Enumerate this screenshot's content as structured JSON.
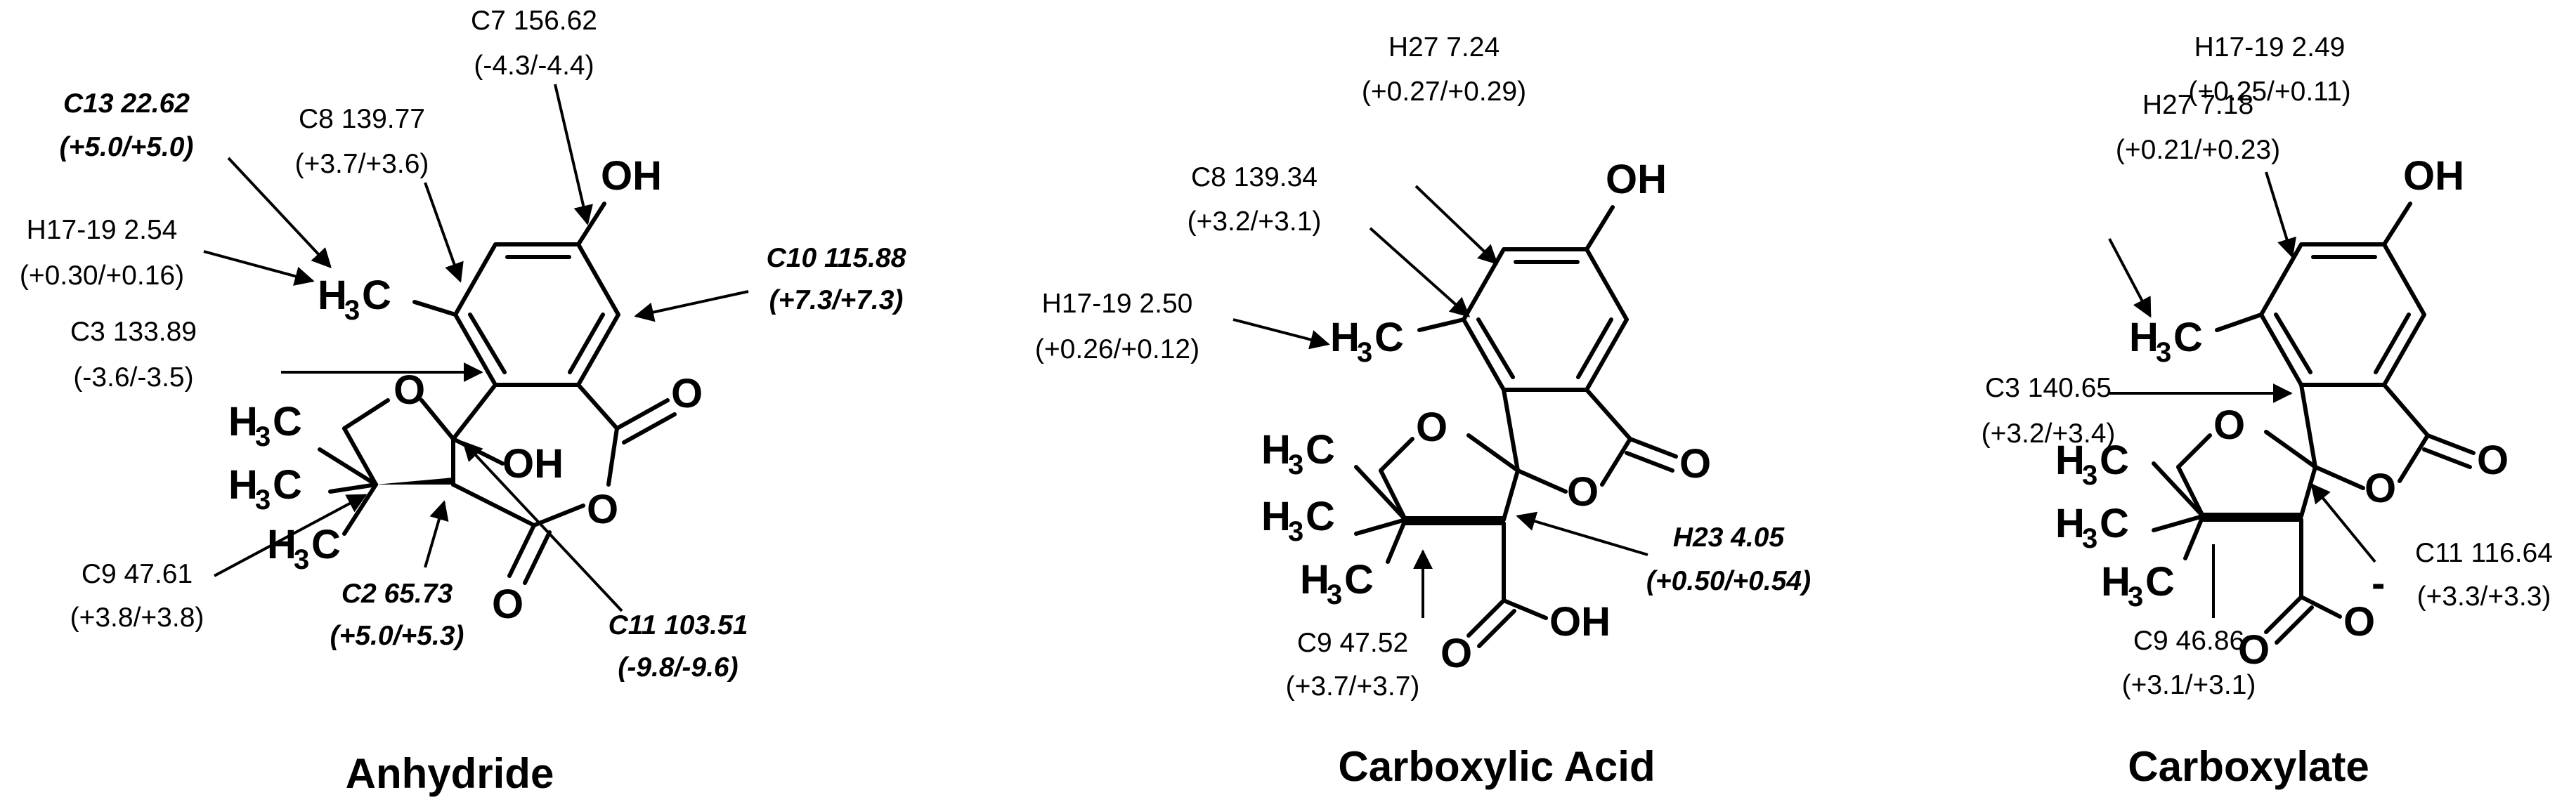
{
  "panels": [
    {
      "title": "Anhydride",
      "annotations": [
        {
          "id": "c7",
          "lines": [
            "C7 156.62",
            "(-4.3/-4.4)"
          ],
          "emphasis": false
        },
        {
          "id": "c13",
          "lines": [
            "C13 22.62",
            "(+5.0/+5.0)"
          ],
          "emphasis": true
        },
        {
          "id": "c8",
          "lines": [
            "C8 139.77",
            "(+3.7/+3.6)"
          ],
          "emphasis": false
        },
        {
          "id": "h17",
          "lines": [
            "H17-19 2.54",
            "(+0.30/+0.16)"
          ],
          "emphasis": false
        },
        {
          "id": "c10",
          "lines": [
            "C10 115.88",
            "(+7.3/+7.3)"
          ],
          "emphasis": true
        },
        {
          "id": "c3",
          "lines": [
            "C3 133.89",
            "(-3.6/-3.5)"
          ],
          "emphasis": false
        },
        {
          "id": "c9",
          "lines": [
            "C9 47.61",
            "(+3.8/+3.8)"
          ],
          "emphasis": false
        },
        {
          "id": "c2",
          "lines": [
            "C2 65.73",
            "(+5.0/+5.3)"
          ],
          "emphasis": true
        },
        {
          "id": "c11",
          "lines": [
            "C11 103.51",
            "(-9.8/-9.6)"
          ],
          "emphasis": true
        }
      ]
    },
    {
      "title": "Carboxylic Acid",
      "annotations": [
        {
          "id": "h27",
          "lines": [
            "H27 7.24",
            "(+0.27/+0.29)"
          ],
          "emphasis": false
        },
        {
          "id": "c8",
          "lines": [
            "C8 139.34",
            "(+3.2/+3.1)"
          ],
          "emphasis": false
        },
        {
          "id": "h17",
          "lines": [
            "H17-19 2.50",
            "(+0.26/+0.12)"
          ],
          "emphasis": false
        },
        {
          "id": "h23",
          "lines": [
            "H23 4.05",
            "(+0.50/+0.54)"
          ],
          "emphasis": true
        },
        {
          "id": "c9",
          "lines": [
            "C9 47.52",
            "(+3.7/+3.7)"
          ],
          "emphasis": false
        }
      ]
    },
    {
      "title": "Carboxylate",
      "annotations": [
        {
          "id": "h27",
          "lines": [
            "H27 7.18",
            "(+0.21/+0.23)"
          ],
          "emphasis": false
        },
        {
          "id": "h17",
          "lines": [
            "H17-19 2.49",
            "(+0.25/+0.11)"
          ],
          "emphasis": false
        },
        {
          "id": "c3",
          "lines": [
            "C3 140.65",
            "(+3.2/+3.4)"
          ],
          "emphasis": false
        },
        {
          "id": "c11",
          "lines": [
            "C11 116.64",
            "(+3.3/+3.3)"
          ],
          "emphasis": false
        },
        {
          "id": "c9",
          "lines": [
            "C9 46.86",
            "(+3.1/+3.1)"
          ],
          "emphasis": false
        }
      ]
    }
  ],
  "atoms": {
    "oh": "OH",
    "o": "O",
    "h3c_h": "H",
    "h3c_3": "3",
    "h3c_c": "C",
    "o_minus": "-"
  }
}
